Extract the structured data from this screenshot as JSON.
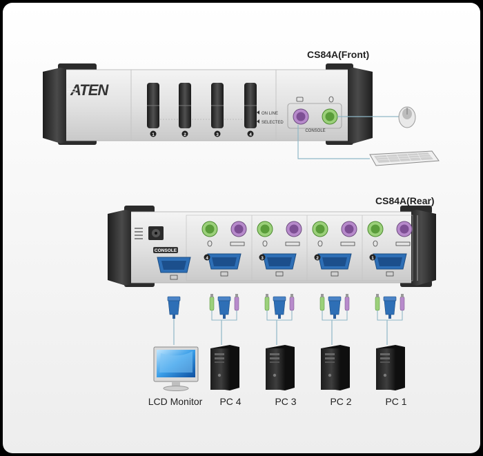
{
  "front": {
    "title": "CS84A(Front)",
    "brand": "ATEN",
    "buttons": [
      "1",
      "2",
      "3",
      "4"
    ],
    "on_line": "ON LINE",
    "selected": "SELECTED",
    "console": "CONSOLE"
  },
  "rear": {
    "title": "CS84A(Rear)",
    "console": "CONSOLE",
    "ports": [
      "4",
      "3",
      "2",
      "1"
    ]
  },
  "devices": {
    "monitor": "LCD Monitor",
    "pcs": [
      "PC 4",
      "PC 3",
      "PC 2",
      "PC 1"
    ]
  },
  "colors": {
    "ps2_keyboard": "#b78acb",
    "ps2_mouse": "#9bd07a",
    "vga": "#2e6fb6",
    "chassis": "#d9d9d9",
    "end_cap": "#3a3a3a"
  }
}
